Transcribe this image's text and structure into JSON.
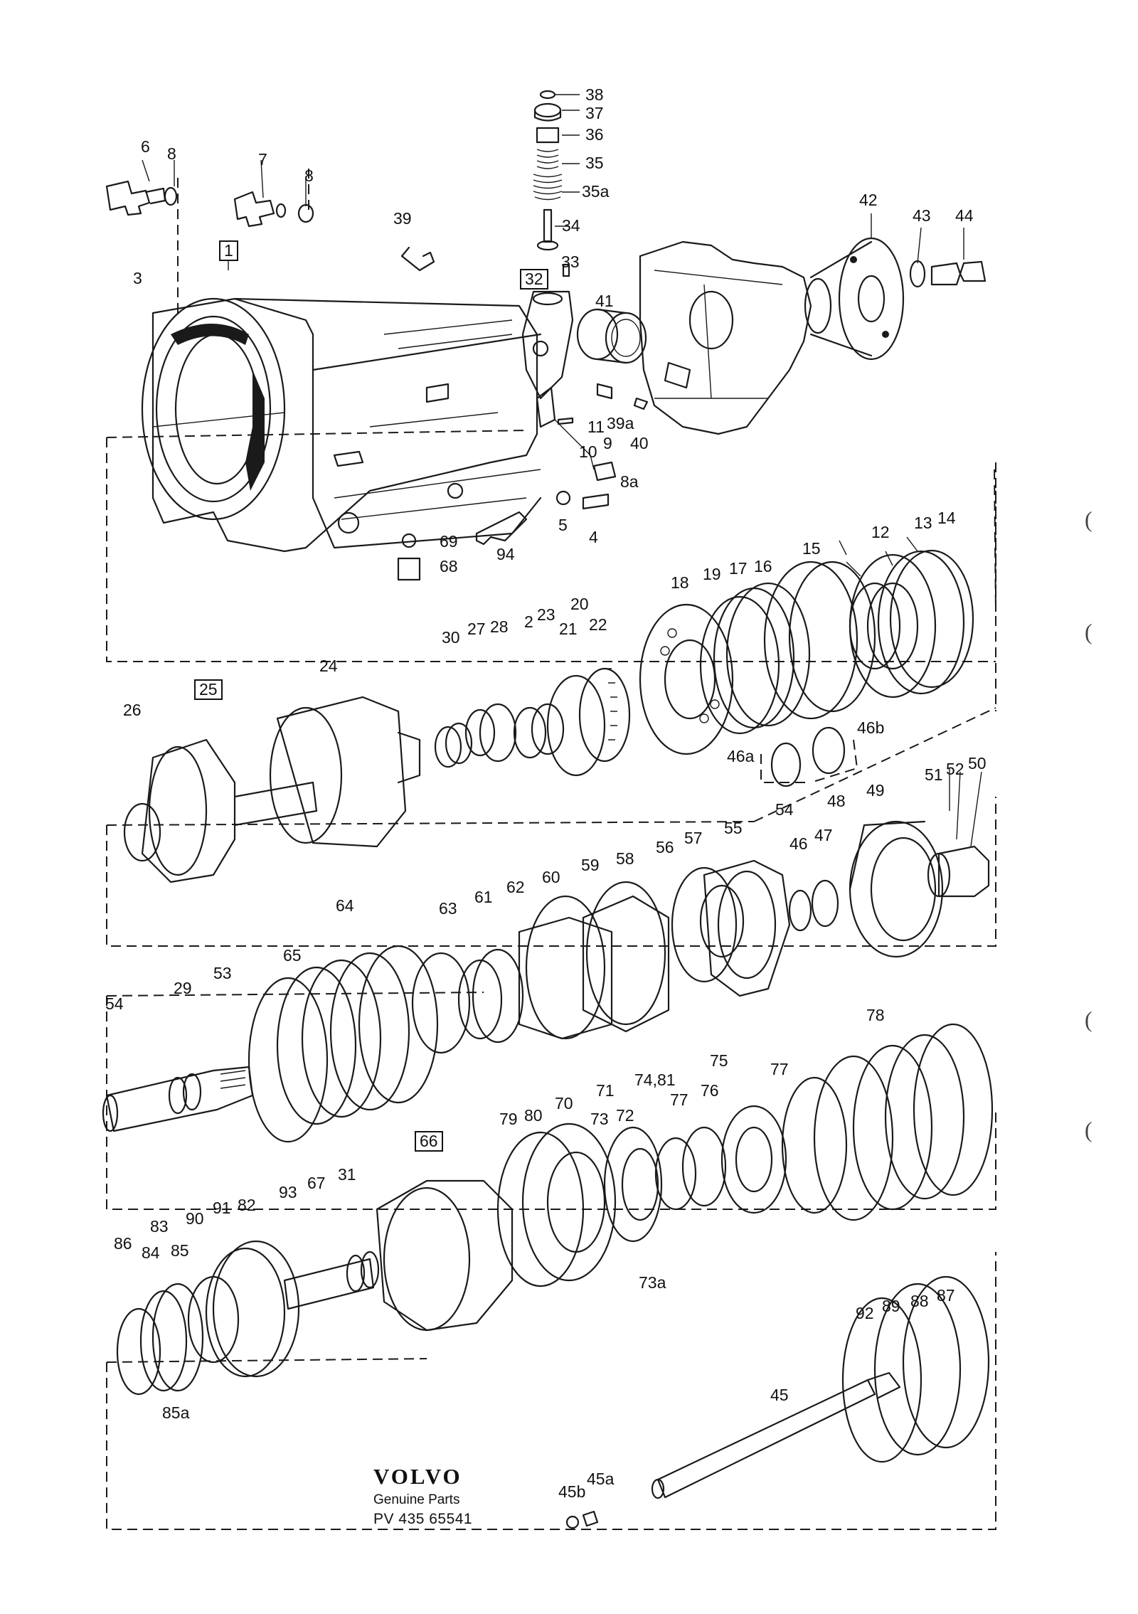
{
  "branding": {
    "logo_text": "VOLVO",
    "subtitle": "Genuine Parts",
    "part_number": "PV 435 65541"
  },
  "callouts": [
    {
      "id": "1",
      "boxed": true
    },
    {
      "id": "3"
    },
    {
      "id": "6"
    },
    {
      "id": "7"
    },
    {
      "id": "8"
    },
    {
      "id": "8b",
      "text": "8"
    },
    {
      "id": "38"
    },
    {
      "id": "37"
    },
    {
      "id": "36"
    },
    {
      "id": "35"
    },
    {
      "id": "35a"
    },
    {
      "id": "34"
    },
    {
      "id": "33"
    },
    {
      "id": "32",
      "boxed": true
    },
    {
      "id": "39"
    },
    {
      "id": "41"
    },
    {
      "id": "42"
    },
    {
      "id": "43"
    },
    {
      "id": "44"
    },
    {
      "id": "11"
    },
    {
      "id": "39a"
    },
    {
      "id": "10"
    },
    {
      "id": "9"
    },
    {
      "id": "40"
    },
    {
      "id": "8a"
    },
    {
      "id": "5"
    },
    {
      "id": "4"
    },
    {
      "id": "69"
    },
    {
      "id": "68"
    },
    {
      "id": "94"
    },
    {
      "id": "18"
    },
    {
      "id": "19"
    },
    {
      "id": "17"
    },
    {
      "id": "16"
    },
    {
      "id": "15"
    },
    {
      "id": "12"
    },
    {
      "id": "13"
    },
    {
      "id": "14"
    },
    {
      "id": "30"
    },
    {
      "id": "27"
    },
    {
      "id": "28"
    },
    {
      "id": "2"
    },
    {
      "id": "23"
    },
    {
      "id": "20"
    },
    {
      "id": "21"
    },
    {
      "id": "22"
    },
    {
      "id": "24"
    },
    {
      "id": "25",
      "boxed": true
    },
    {
      "id": "26"
    },
    {
      "id": "46a"
    },
    {
      "id": "46b"
    },
    {
      "id": "54"
    },
    {
      "id": "48"
    },
    {
      "id": "49"
    },
    {
      "id": "51"
    },
    {
      "id": "52"
    },
    {
      "id": "50"
    },
    {
      "id": "46"
    },
    {
      "id": "47"
    },
    {
      "id": "64"
    },
    {
      "id": "63"
    },
    {
      "id": "61"
    },
    {
      "id": "62"
    },
    {
      "id": "60"
    },
    {
      "id": "59"
    },
    {
      "id": "58"
    },
    {
      "id": "56"
    },
    {
      "id": "57"
    },
    {
      "id": "55"
    },
    {
      "id": "65"
    },
    {
      "id": "54b",
      "text": "54"
    },
    {
      "id": "29"
    },
    {
      "id": "53"
    },
    {
      "id": "78"
    },
    {
      "id": "75"
    },
    {
      "id": "71"
    },
    {
      "id": "74,81"
    },
    {
      "id": "77"
    },
    {
      "id": "77b",
      "text": "77"
    },
    {
      "id": "79"
    },
    {
      "id": "80"
    },
    {
      "id": "70"
    },
    {
      "id": "73"
    },
    {
      "id": "72"
    },
    {
      "id": "76"
    },
    {
      "id": "66",
      "boxed": true
    },
    {
      "id": "73a"
    },
    {
      "id": "93"
    },
    {
      "id": "67"
    },
    {
      "id": "31"
    },
    {
      "id": "83"
    },
    {
      "id": "90"
    },
    {
      "id": "91"
    },
    {
      "id": "82"
    },
    {
      "id": "86"
    },
    {
      "id": "84"
    },
    {
      "id": "85"
    },
    {
      "id": "85a"
    },
    {
      "id": "92"
    },
    {
      "id": "89"
    },
    {
      "id": "88"
    },
    {
      "id": "87"
    },
    {
      "id": "45"
    },
    {
      "id": "45a"
    },
    {
      "id": "45b"
    }
  ],
  "margin_marks": [
    "(",
    "(",
    "(",
    "("
  ]
}
